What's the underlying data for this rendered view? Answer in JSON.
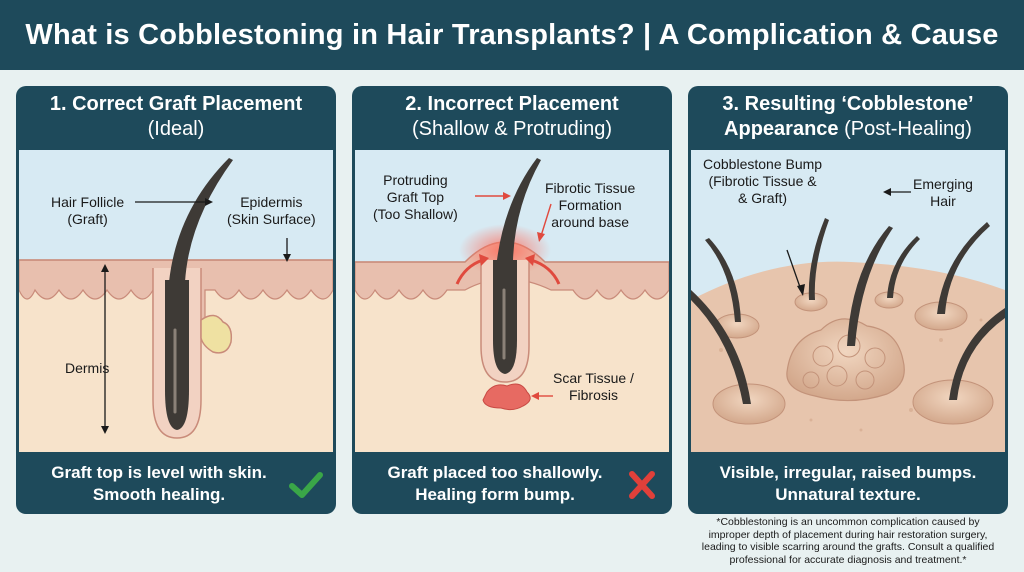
{
  "header": {
    "title": "What is Cobblestoning in Hair Transplants? | A Complication & Cause"
  },
  "panels": [
    {
      "title_bold": "1. Correct Graft Placement",
      "title_sub": "(Ideal)",
      "labels": {
        "follicle": [
          "Hair Follicle",
          "(Graft)"
        ],
        "epidermis": [
          "Epidermis",
          "(Skin Surface)"
        ],
        "dermis": "Dermis"
      },
      "caption": [
        "Graft top is level with skin.",
        "Smooth healing."
      ],
      "mark": "check-mark",
      "mark_color": "#3aa648"
    },
    {
      "title_bold": "2. Incorrect Placement",
      "title_sub": "(Shallow & Protruding)",
      "labels": {
        "protruding": [
          "Protruding",
          "Graft Top",
          "(Too Shallow)"
        ],
        "fibrotic": [
          "Fibrotic Tissue",
          "Formation",
          "around base"
        ],
        "scar": [
          "Scar Tissue /",
          "Fibrosis"
        ]
      },
      "caption": [
        "Graft placed too shallowly.",
        "Healing form bump."
      ],
      "mark": "cross-mark",
      "mark_color": "#e0403a"
    },
    {
      "title_line1": "3. Resulting ‘Cobblestone’",
      "title_line2_bold": "Appearance",
      "title_line2_sub": "(Post-Healing)",
      "labels": {
        "bump": [
          "Cobblestone Bump",
          "(Fibrotic Tissue &",
          "& Graft)"
        ],
        "emerging": [
          "Emerging",
          "Hair"
        ]
      },
      "caption": [
        "Visible, irregular, raised bumps.",
        "Unnatural texture."
      ]
    }
  ],
  "footnote": [
    "*Cobblestoning is an uncommon complication caused by",
    "improper depth of placement during hair restoration surgery,",
    "leading to visible scarring around the grafts. Consult a qualified",
    "professional for accurate diagnosis and treatment.*"
  ],
  "colors": {
    "header_bg": "#1e4a5b",
    "sky": "#d7eaf3",
    "epidermis": "#e8bfae",
    "dermis": "#f7e3cb",
    "hair": "#3e3a36",
    "inflamed": "#e04a3e"
  }
}
